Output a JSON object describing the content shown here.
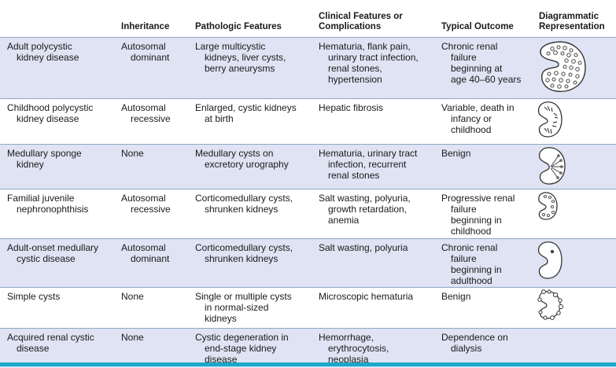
{
  "headers": {
    "disease": "",
    "inheritance": "Inheritance",
    "pathologic": "Pathologic Features",
    "clinical": [
      "Clinical Features or",
      "Complications"
    ],
    "outcome": "Typical Outcome",
    "diagram": [
      "Diagrammatic",
      "Representation"
    ]
  },
  "rows": [
    {
      "disease": [
        "Adult polycystic",
        "kidney disease"
      ],
      "inheritance": [
        "Autosomal",
        "dominant"
      ],
      "pathologic": [
        "Large multicystic",
        "kidneys, liver cysts,",
        "berry aneurysms"
      ],
      "clinical": [
        "Hematuria, flank pain,",
        "urinary tract infection,",
        "renal stones,",
        "hypertension"
      ],
      "outcome": [
        "Chronic renal",
        "failure",
        "beginning at",
        "age 40–60 years"
      ],
      "diagram_icon": "adult-polycystic-kidney-icon"
    },
    {
      "disease": [
        "Childhood polycystic",
        "kidney disease"
      ],
      "inheritance": [
        "Autosomal",
        "recessive"
      ],
      "pathologic": [
        "Enlarged, cystic kidneys",
        "at birth"
      ],
      "clinical": [
        "Hepatic fibrosis"
      ],
      "outcome": [
        "Variable, death in",
        "infancy or",
        "childhood"
      ],
      "diagram_icon": "childhood-polycystic-kidney-icon"
    },
    {
      "disease": [
        "Medullary sponge",
        "kidney"
      ],
      "inheritance": [
        "None"
      ],
      "pathologic": [
        "Medullary cysts on",
        "excretory urography"
      ],
      "clinical": [
        "Hematuria, urinary tract",
        "infection, recurrent",
        "renal stones"
      ],
      "outcome": [
        "Benign"
      ],
      "diagram_icon": "medullary-sponge-kidney-icon"
    },
    {
      "disease": [
        "Familial juvenile",
        "nephronophthisis"
      ],
      "inheritance": [
        "Autosomal",
        "recessive"
      ],
      "pathologic": [
        "Corticomedullary cysts,",
        "shrunken kidneys"
      ],
      "clinical": [
        "Salt wasting, polyuria,",
        "growth retardation,",
        "anemia"
      ],
      "outcome": [
        "Progressive renal",
        "failure",
        "beginning in",
        "childhood"
      ],
      "diagram_icon": "nephronophthisis-kidney-icon"
    },
    {
      "disease": [
        "Adult-onset medullary",
        "cystic disease"
      ],
      "inheritance": [
        "Autosomal",
        "dominant"
      ],
      "pathologic": [
        "Corticomedullary cysts,",
        "shrunken kidneys"
      ],
      "clinical": [
        "Salt wasting, polyuria"
      ],
      "outcome": [
        "Chronic renal",
        "failure",
        "beginning in",
        "adulthood"
      ],
      "diagram_icon": "medullary-cystic-kidney-icon"
    },
    {
      "disease": [
        "Simple cysts"
      ],
      "inheritance": [
        "None"
      ],
      "pathologic": [
        "Single or multiple cysts",
        "in normal-sized",
        "kidneys"
      ],
      "clinical": [
        "Microscopic hematuria"
      ],
      "outcome": [
        "Benign"
      ],
      "diagram_icon": "simple-cysts-kidney-icon"
    },
    {
      "disease": [
        "Acquired renal cystic",
        "disease"
      ],
      "inheritance": [
        "None"
      ],
      "pathologic": [
        "Cystic degeneration in",
        "end-stage kidney",
        "disease"
      ],
      "clinical": [
        "Hemorrhage,",
        "erythrocytosis,",
        "neoplasia"
      ],
      "outcome": [
        "Dependence on",
        "dialysis"
      ],
      "diagram_icon": "acquired-cystic-kidney-icon"
    }
  ],
  "colors": {
    "row_shade": "#dfe3f3",
    "divider": "#8fa8c8",
    "bottom_bar": "#19a8c8"
  }
}
